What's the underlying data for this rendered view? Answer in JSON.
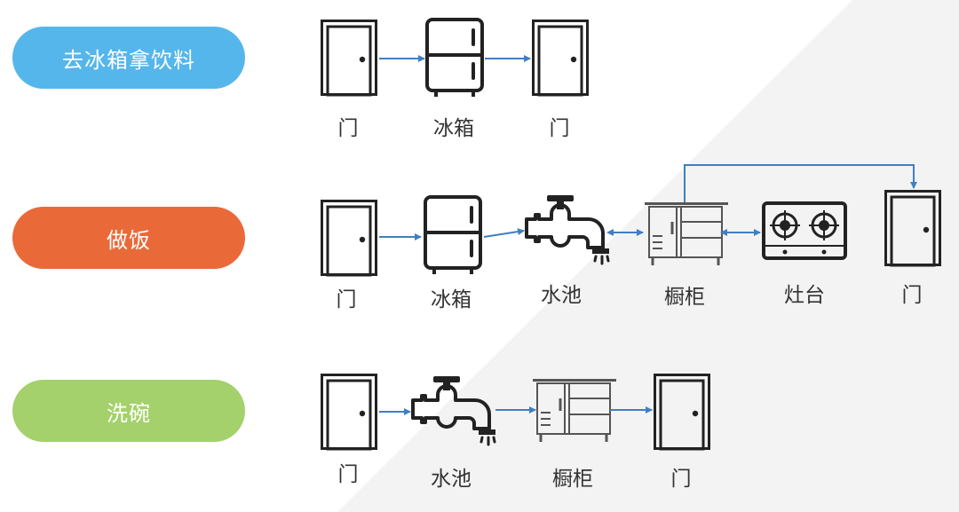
{
  "flows": [
    {
      "name": "去冰箱拿饮料",
      "color": "#55b6ec",
      "steps": [
        "门",
        "冰箱",
        "门"
      ]
    },
    {
      "name": "做饭",
      "color": "#ea6939",
      "steps": [
        "门",
        "冰箱",
        "水池",
        "橱柜",
        "灶台",
        "门"
      ]
    },
    {
      "name": "洗碗",
      "color": "#a4d16b",
      "steps": [
        "门",
        "水池",
        "橱柜",
        "门"
      ]
    }
  ],
  "arrow_color": "#3f7fc4",
  "icons": [
    "door-icon",
    "fridge-icon",
    "faucet-icon",
    "cabinet-icon",
    "stove-icon"
  ]
}
